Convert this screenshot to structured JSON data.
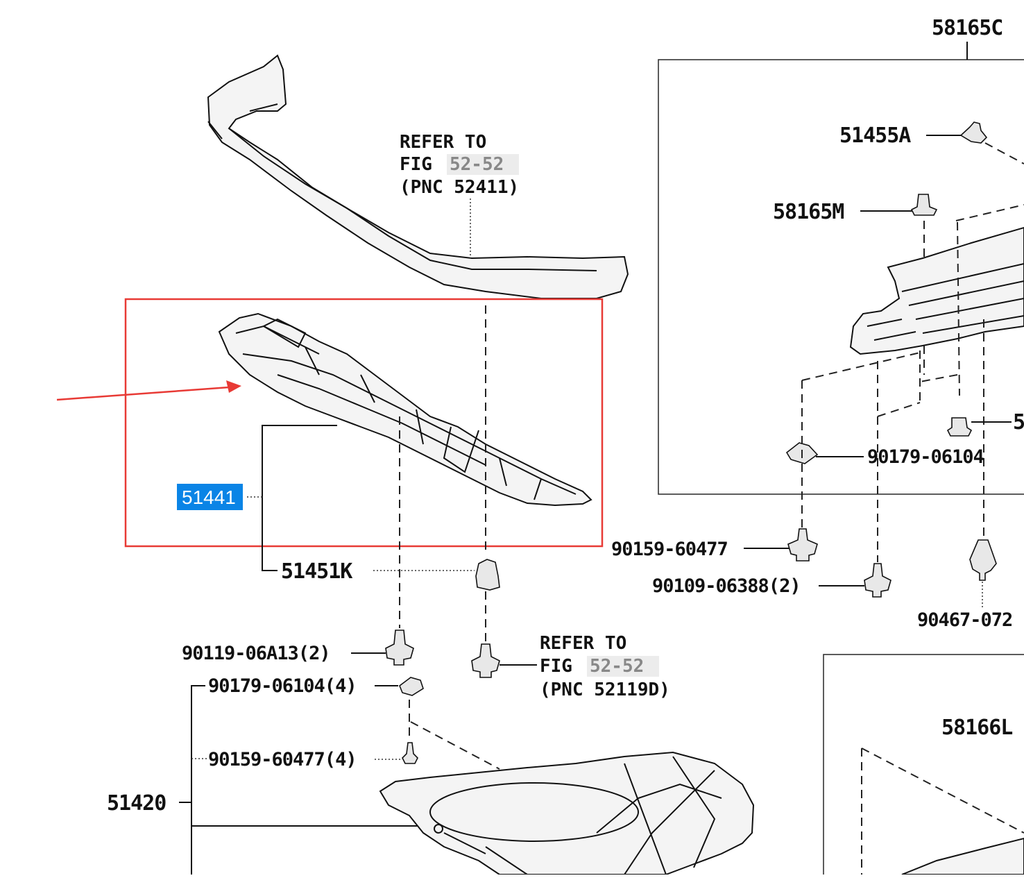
{
  "labels": {
    "p58165C": "58165C",
    "p51455A": "51455A",
    "p58165M": "58165M",
    "p5_trunc": "5",
    "p90179_06104": "90179-06104",
    "p90159_60477": "90159-60477",
    "p90109_06388": "90109-06388(2)",
    "p90467_trunc": "90467-072",
    "p51441": "51441",
    "p51451K": "51451K",
    "p90119_06A13": "90119-06A13(2)",
    "p90179_06104_4": "90179-06104(4)",
    "p90159_60477_4": "90159-60477(4)",
    "p51420": "51420",
    "p58166L": "58166L"
  },
  "refer_upper": {
    "line1": "REFER TO",
    "line2_prefix": "FIG",
    "line2_fig": "52-52",
    "line3": "(PNC 52411)"
  },
  "refer_lower": {
    "line1": "REFER TO",
    "line2_prefix": "FIG",
    "line2_fig": "52-52",
    "line3": "(PNC 52119D)"
  },
  "colors": {
    "highlight_box": "#e83a35",
    "arrow": "#e83a35",
    "label_highlight_bg": "#0a84e6",
    "fig_number_bg": "#ececec"
  },
  "highlighted_part": "51441"
}
